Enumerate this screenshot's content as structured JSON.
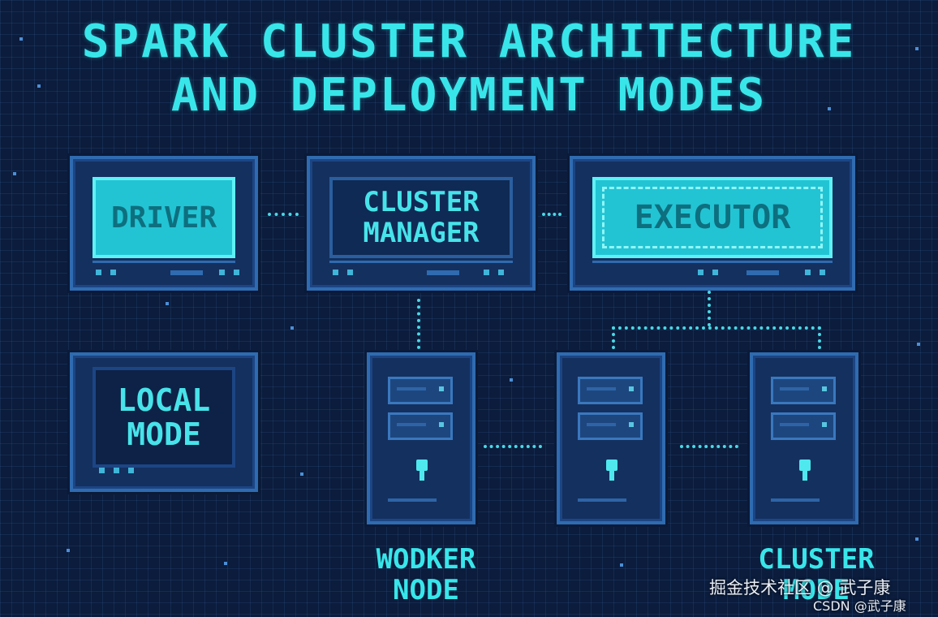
{
  "title": {
    "line1": "SPARK CLUSTER ARCHITECTURE",
    "line2": "AND DEPLOYMENT MODES"
  },
  "monitors": {
    "driver": "DRIVER",
    "cluster_manager_line1": "CLUSTER",
    "cluster_manager_line2": "MANAGER",
    "executor": "EXECUTOR",
    "local_line1": "LOCAL",
    "local_line2": "MODE"
  },
  "labels": {
    "worker_line1": "WODKER",
    "worker_line2": "NODE",
    "cluster_line1": "CLUSTER",
    "cluster_line2": "MODE"
  },
  "watermark": {
    "line1": "掘金技术社区 @ 武子康",
    "line2": "CSDN @武子康"
  },
  "icons": {
    "monitor": "monitor-icon",
    "server": "server-tower-icon"
  },
  "colors": {
    "accent": "#38e6ea",
    "background": "#0b1c3c",
    "frame": "#2f6bb0"
  }
}
